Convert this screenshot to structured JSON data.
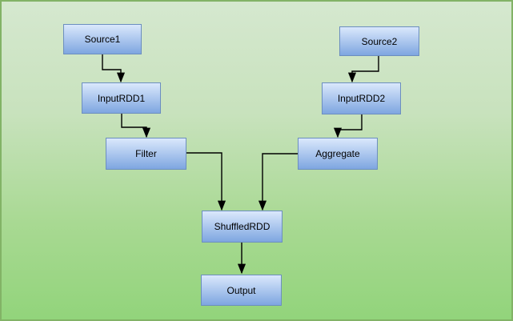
{
  "diagram": {
    "type": "flowchart",
    "title": "",
    "nodes": {
      "source1": {
        "label": "Source1"
      },
      "inputrdd1": {
        "label": "InputRDD1"
      },
      "filter": {
        "label": "Filter"
      },
      "source2": {
        "label": "Source2"
      },
      "inputrdd2": {
        "label": "InputRDD2"
      },
      "aggregate": {
        "label": "Aggregate"
      },
      "shuffledrdd": {
        "label": "ShuffledRDD"
      },
      "output": {
        "label": "Output"
      }
    },
    "edges": [
      {
        "from": "Source1",
        "to": "InputRDD1"
      },
      {
        "from": "InputRDD1",
        "to": "Filter"
      },
      {
        "from": "Filter",
        "to": "ShuffledRDD"
      },
      {
        "from": "Source2",
        "to": "InputRDD2"
      },
      {
        "from": "InputRDD2",
        "to": "Aggregate"
      },
      {
        "from": "Aggregate",
        "to": "ShuffledRDD"
      },
      {
        "from": "ShuffledRDD",
        "to": "Output"
      }
    ],
    "colors": {
      "background_top": "#d5e8cf",
      "background_bottom": "#92d47b",
      "canvas_border": "#82b366",
      "node_fill_top": "#dae8fc",
      "node_fill_bottom": "#7ea6e0",
      "node_border": "#6c8ebf",
      "connector": "#000000",
      "label_text": "#000000"
    }
  }
}
